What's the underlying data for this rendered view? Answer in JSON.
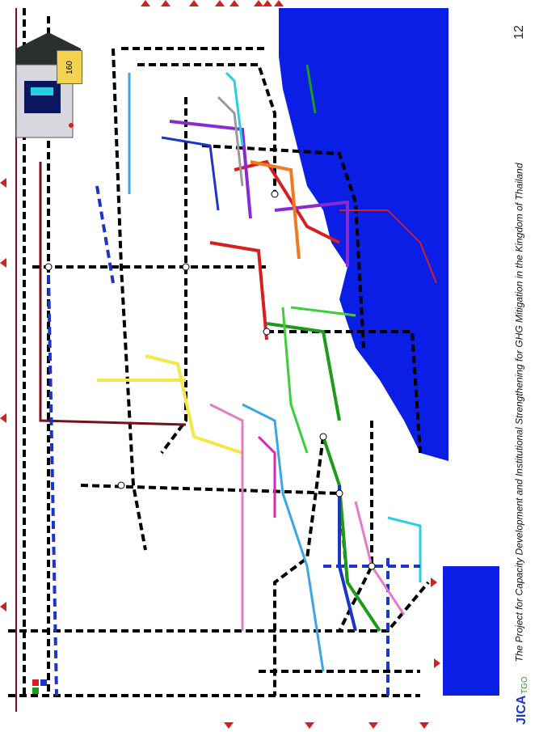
{
  "title": "Railway system in Tokyo area",
  "page_number": "12",
  "footer_text": "The Project for Capacity Development and Institutional Strengthening for GHG Mitigation in the Kingdom of Thailand",
  "logos": {
    "jica": "JICA",
    "tgo": "TGO"
  },
  "speed_sign": "160",
  "colors": {
    "sea": "#0a1ee6",
    "jr_line": "#000000",
    "red": "#d81f1f",
    "dark_red": "#7a0f1c",
    "green": "#1e9a1e",
    "light_green": "#3ccf3c",
    "blue": "#1a35c8",
    "light_blue": "#39a7e6",
    "purple": "#8a2ad3",
    "orange": "#f07a22",
    "yellow": "#f2e84a",
    "pink": "#e67ac8",
    "magenta": "#d829b0",
    "cyan": "#26d0e0",
    "grey": "#9a9a9a"
  },
  "map_icons": [
    "train-icon",
    "station-marker-icon",
    "direction-arrow-icon"
  ]
}
